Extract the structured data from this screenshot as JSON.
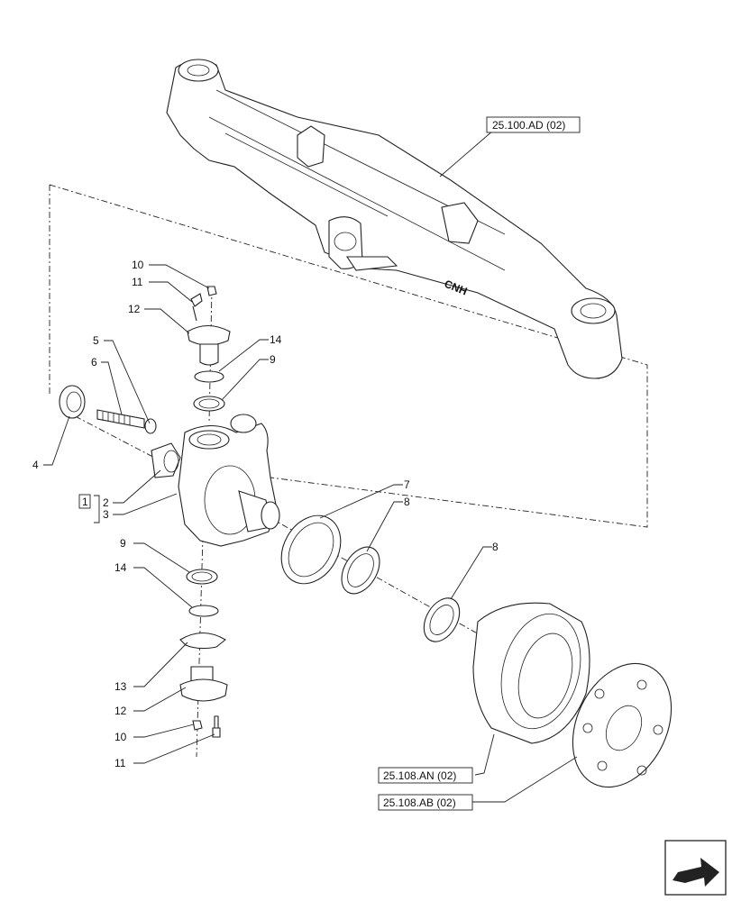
{
  "callouts": {
    "c10a": "10",
    "c11a": "11",
    "c12a": "12",
    "c14a": "14",
    "c9a": "9",
    "c5": "5",
    "c6": "6",
    "c4": "4",
    "c2": "2",
    "c3": "3",
    "c1": "1",
    "c7": "7",
    "c8a": "8",
    "c8b": "8",
    "c9b": "9",
    "c14b": "14",
    "c13": "13",
    "c12b": "12",
    "c10b": "10",
    "c11b": "11"
  },
  "references": {
    "axle_beam": "25.100.AD (02)",
    "hub_housing": "25.108.AN (02)",
    "hub_flange": "25.108.AB (02)"
  },
  "logo_text": "CNH",
  "icons": [
    "next-page-arrow-icon"
  ]
}
